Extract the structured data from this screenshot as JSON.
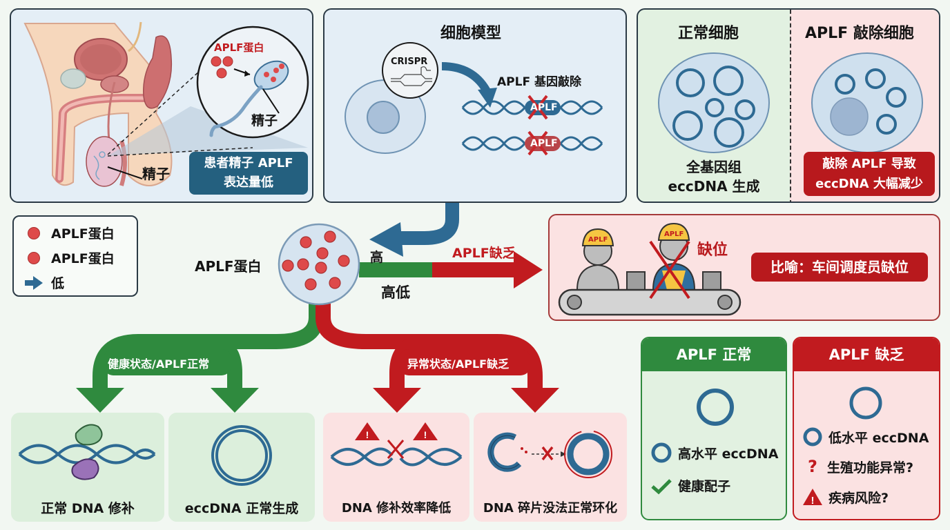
{
  "colors": {
    "green": "#2f8a3e",
    "red": "#c11b1f",
    "blue": "#2e6a93",
    "dark_blue_badge": "#24607f",
    "protein_red": "#de4a4a",
    "panel_blue_bg": "#e4eef6",
    "panel_green_bg": "#e2f1e1",
    "panel_red_bg": "#fbe2e2"
  },
  "anatomy_panel": {
    "zoom_label": "APLF蛋白",
    "zoom_sperm_label": "精子",
    "sperm_label": "精子",
    "badge_line1": "患者精子 APLF",
    "badge_line2": "表达量低"
  },
  "cell_model_panel": {
    "title": "细胞模型",
    "crispr_label": "CRISPR",
    "knockout_label": "APLF 基因敲除",
    "gene_label_1": "APLF",
    "gene_label_2": "APLF"
  },
  "comparison_panel": {
    "normal": {
      "title": "正常细胞",
      "caption_line1": "全基因组",
      "caption_line2": "eccDNA 生成"
    },
    "knockout": {
      "title": "APLF 敲除细胞",
      "caption_line1": "敲除 APLF 导致",
      "caption_line2": "eccDNA 大幅减少"
    }
  },
  "legend": {
    "items": [
      {
        "icon": "red-dot-icon",
        "label": "APLF蛋白"
      },
      {
        "icon": "red-dot-icon",
        "label": "APLF蛋白"
      },
      {
        "icon": "blue-arrow-icon",
        "label": "低"
      }
    ]
  },
  "center": {
    "protein_label": "APLF蛋白",
    "high_label": "高",
    "high_low_label": "高低",
    "deficiency_label": "APLF缺乏"
  },
  "metaphor_panel": {
    "worker_helmet_1": "APLF",
    "worker_helmet_2": "APLF",
    "missing_label": "缺位",
    "metaphor_badge": "比喻：车间调度员缺位"
  },
  "branches": {
    "healthy_label": "健康状态/APLF正常",
    "abnormal_label": "异常状态/APLF缺乏"
  },
  "outcomes": [
    {
      "label": "正常 DNA 修补",
      "tone": "green"
    },
    {
      "label": "eccDNA 正常生成",
      "tone": "green"
    },
    {
      "label": "DNA 修补效率降低",
      "tone": "red"
    },
    {
      "label": "DNA 碎片没法正常环化",
      "tone": "red"
    }
  ],
  "summary_normal": {
    "title": "APLF 正常",
    "items": [
      {
        "icon": "ring-icon",
        "label": "高水平 eccDNA"
      },
      {
        "icon": "check-icon",
        "label": "健康配子"
      }
    ]
  },
  "summary_deficient": {
    "title": "APLF 缺乏",
    "items": [
      {
        "icon": "ring-icon",
        "label": "低水平 eccDNA"
      },
      {
        "icon": "question-icon",
        "label": "生殖功能异常?"
      },
      {
        "icon": "warning-icon",
        "label": "疾病风险?"
      }
    ]
  }
}
